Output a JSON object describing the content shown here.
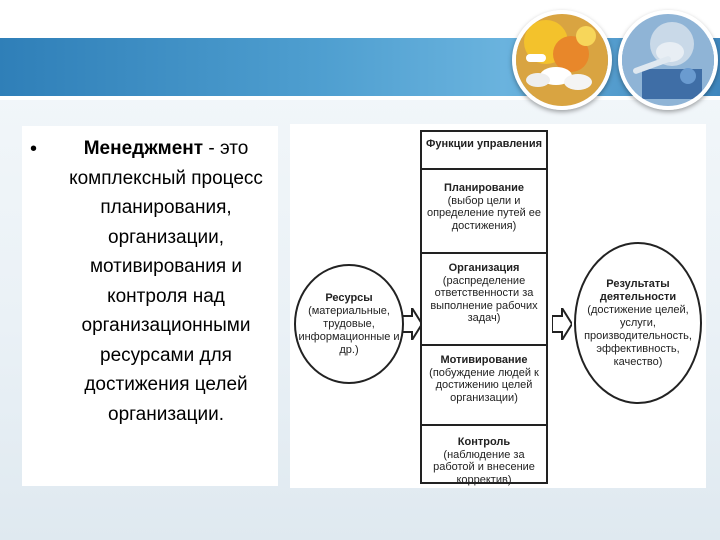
{
  "slide": {
    "bullet": "•",
    "term": "Менеджмент",
    "definition": " - это комплексный процесс планирования, организации, мотивирования и контроля над организационными ресурсами для достижения целей организации."
  },
  "diagram": {
    "header": "Функции управления",
    "functions": [
      {
        "title": "Планирование",
        "desc": "(выбор цели и определение путей ее достижения)"
      },
      {
        "title": "Организация",
        "desc": "(распределение ответственности за выполнение рабочих задач)"
      },
      {
        "title": "Мотивирование",
        "desc": "(побуждение людей к достижению целей организации)"
      },
      {
        "title": "Контроль",
        "desc": "(наблюдение за работой и внесение корректив)"
      }
    ],
    "resources": {
      "title": "Ресурсы",
      "desc": "(материальные, трудовые, информационные и др.)"
    },
    "results": {
      "title": "Результаты деятельности",
      "desc": "(достижение целей, услуги, производительность, эффективность, качество)"
    }
  },
  "colors": {
    "banner": "#3e8cc4",
    "panel": "#ffffff"
  },
  "icons": [
    "pills-photo",
    "laboratory-photo",
    "arrow-right-icon"
  ]
}
